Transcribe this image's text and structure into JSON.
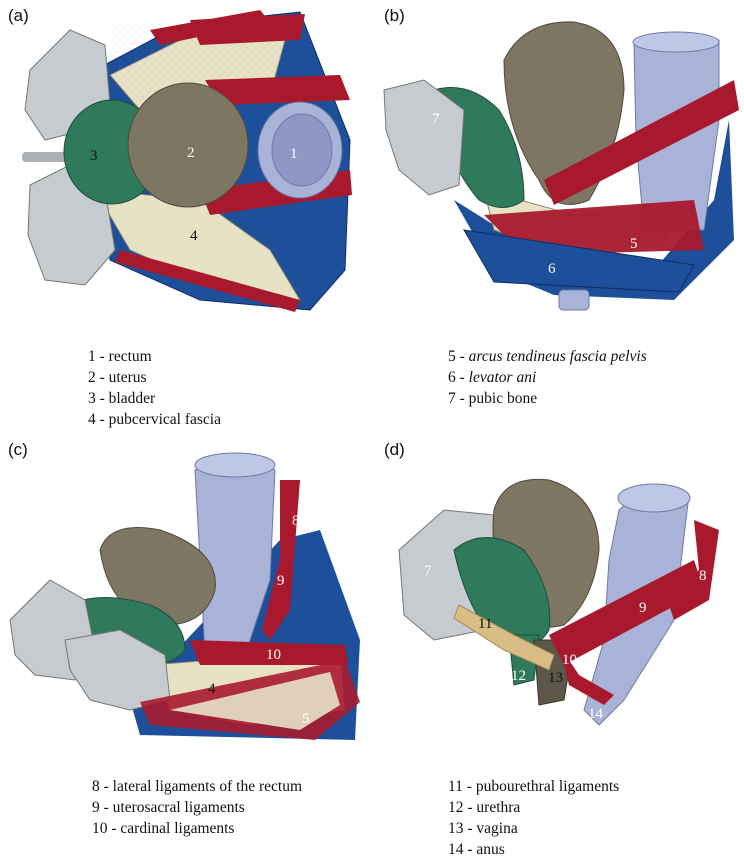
{
  "panels": {
    "a": {
      "letter": "(a)",
      "labels": [
        "1",
        "2",
        "3",
        "4"
      ],
      "legend": [
        "1 - rectum",
        "2 - uterus",
        "3 - bladder",
        "4 - pubcervical fascia"
      ]
    },
    "b": {
      "letter": "(b)",
      "labels": [
        "5",
        "6",
        "7"
      ],
      "legend": [
        {
          "num": "5 - ",
          "text": "arcus tendineus fascia pelvis",
          "italic": true
        },
        {
          "num": "6 - ",
          "text": "levator ani",
          "italic": true
        },
        {
          "num": "7 - ",
          "text": "pubic bone",
          "italic": false
        }
      ]
    },
    "c": {
      "letter": "(c)",
      "labels": [
        "8",
        "9",
        "10",
        "4",
        "5"
      ],
      "legend": [
        "8 - lateral ligaments of the rectum",
        "9 - uterosacral ligaments",
        "10 - cardinal ligaments"
      ]
    },
    "d": {
      "letter": "(d)",
      "labels": [
        "7",
        "11",
        "12",
        "13",
        "10",
        "9",
        "8",
        "14"
      ],
      "legend": [
        "11 - pubourethral ligaments",
        "12 - urethra",
        "13 - vagina",
        "14 - anus"
      ]
    }
  },
  "colors": {
    "rectum": "#a9b3d8",
    "uterus": "#7d7663",
    "bladder": "#2f7a5c",
    "fascia": "#e7e2c6",
    "ligament": "#a8192e",
    "levator": "#1d4f9a",
    "bone": "#c5cbce",
    "pubourethral": "#d9bd85"
  }
}
